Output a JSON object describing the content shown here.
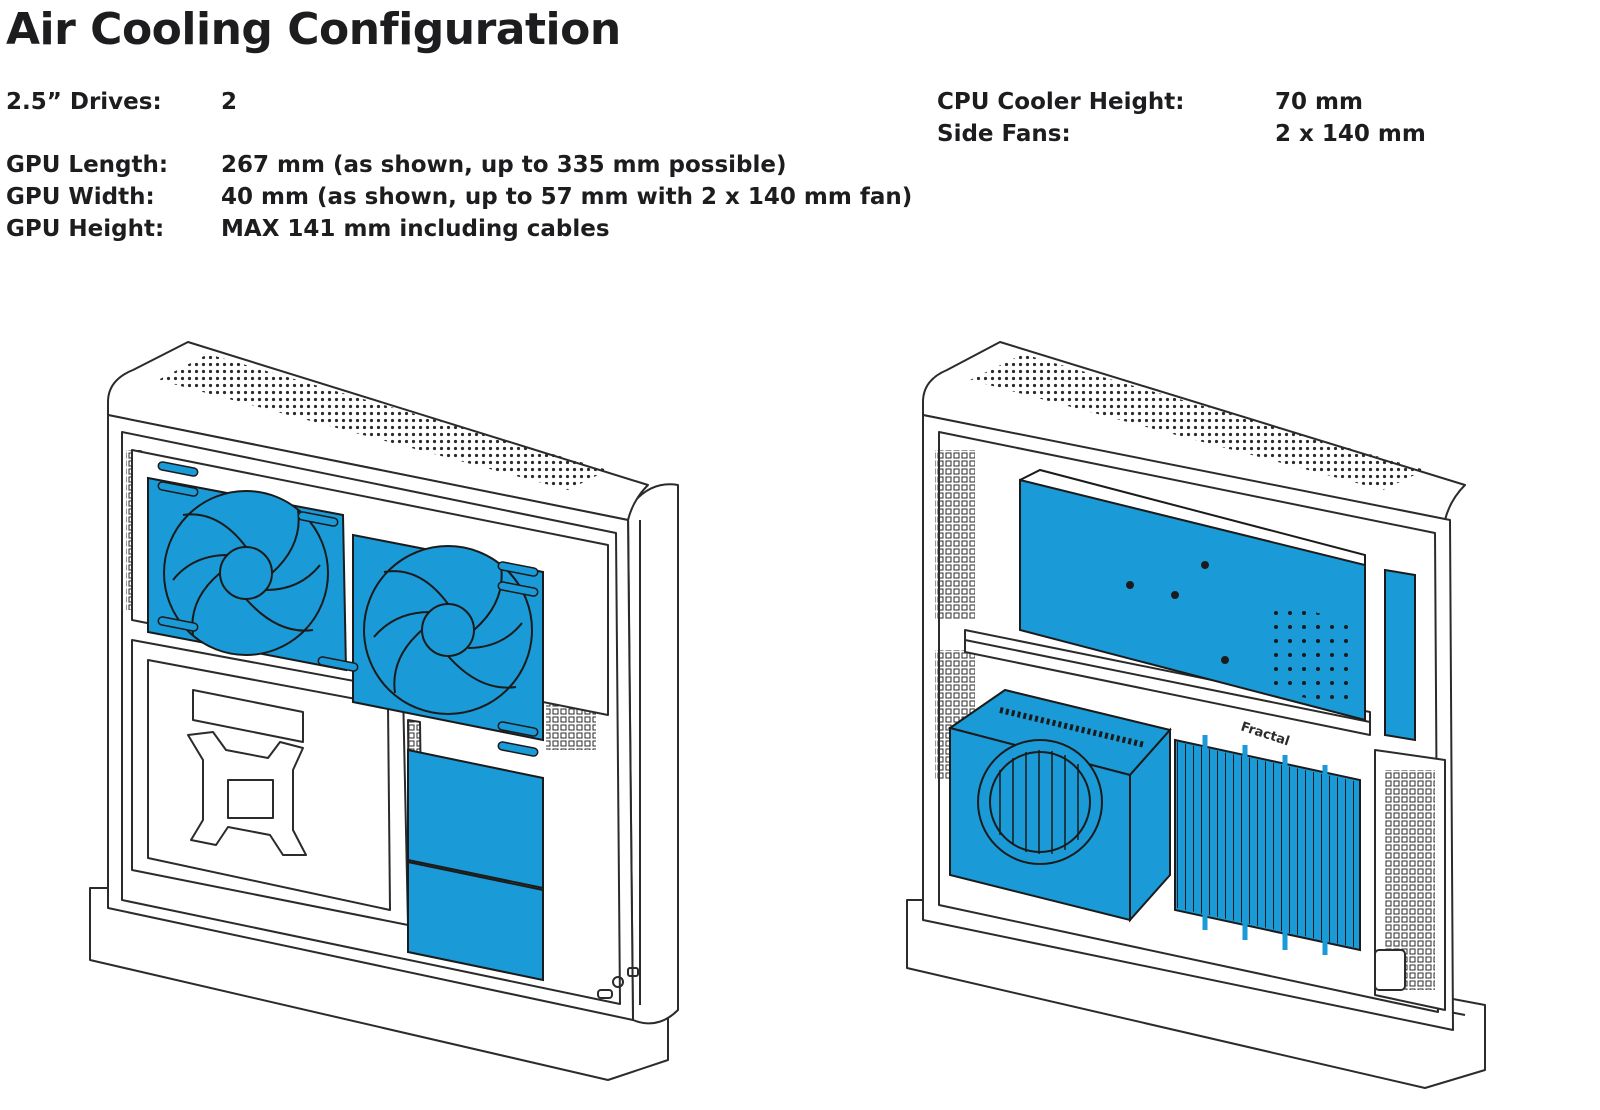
{
  "page": {
    "title": "Air Cooling Configuration"
  },
  "specs_left": [
    {
      "label": "2.5” Drives:",
      "value": "2"
    },
    {
      "label": "GPU Length:",
      "value": "267 mm (as shown, up to 335 mm possible)"
    },
    {
      "label": "GPU Width:",
      "value": "40 mm (as shown, up to 57 mm with 2 x 140 mm fan)"
    },
    {
      "label": "GPU Height:",
      "value": "MAX 141 mm including cables"
    }
  ],
  "specs_right": [
    {
      "label": "CPU Cooler Height:",
      "value": "70 mm"
    },
    {
      "label": "Side Fans:",
      "value": "2 x 140 mm"
    }
  ],
  "colors": {
    "accent_blue": "#1a9ad6",
    "line": "#2b2b2b",
    "panel": "#ffffff"
  },
  "illustrations": {
    "left": {
      "icon": "pc-case-front-side-view",
      "components": [
        "fan-icon",
        "fan-icon",
        "drive-icon",
        "drive-icon",
        "cpu-bracket-icon"
      ]
    },
    "right": {
      "icon": "pc-case-rear-side-view",
      "components": [
        "gpu-icon",
        "psu-icon",
        "cpu-cooler-icon"
      ]
    },
    "brand_mark": "Fractal"
  }
}
